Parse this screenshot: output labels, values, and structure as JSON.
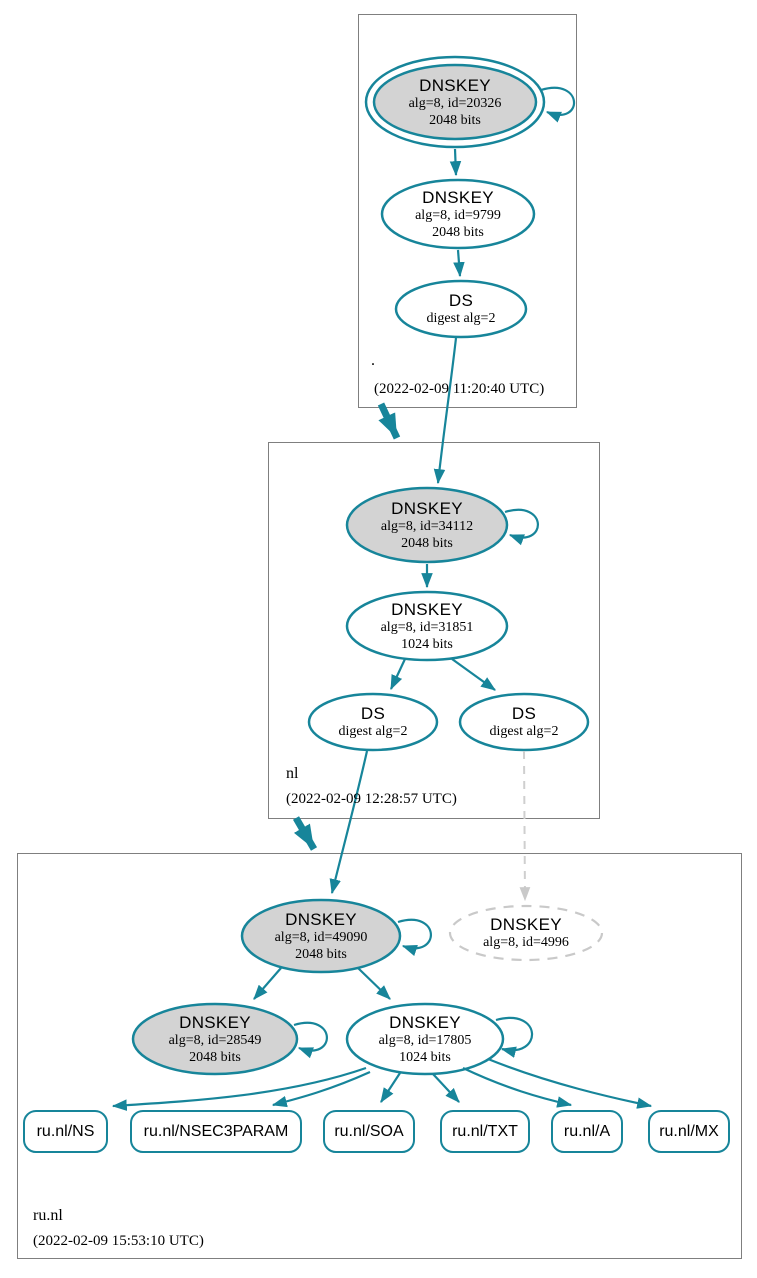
{
  "colors": {
    "accent_teal": "#17859a",
    "key_fill_gray": "#d3d3d3",
    "missing_gray": "#c9c9c9",
    "zone_border_gray": "#7f7f7f"
  },
  "zones": {
    "root": {
      "label": ".",
      "timestamp": "(2022-02-09 11:20:40 UTC)",
      "ksk": {
        "title": "DNSKEY",
        "attrs": "alg=8, id=20326",
        "bits": "2048 bits"
      },
      "zsk": {
        "title": "DNSKEY",
        "attrs": "alg=8, id=9799",
        "bits": "2048 bits"
      },
      "ds": {
        "title": "DS",
        "attrs": "digest alg=2"
      }
    },
    "nl": {
      "label": "nl",
      "timestamp": "(2022-02-09 12:28:57 UTC)",
      "ksk": {
        "title": "DNSKEY",
        "attrs": "alg=8, id=34112",
        "bits": "2048 bits"
      },
      "zsk": {
        "title": "DNSKEY",
        "attrs": "alg=8, id=31851",
        "bits": "1024 bits"
      },
      "ds1": {
        "title": "DS",
        "attrs": "digest alg=2"
      },
      "ds2": {
        "title": "DS",
        "attrs": "digest alg=2"
      }
    },
    "runl": {
      "label": "ru.nl",
      "timestamp": "(2022-02-09 15:53:10 UTC)",
      "ksk": {
        "title": "DNSKEY",
        "attrs": "alg=8, id=49090",
        "bits": "2048 bits"
      },
      "missing_key": {
        "title": "DNSKEY",
        "attrs": "alg=8, id=4996"
      },
      "key2": {
        "title": "DNSKEY",
        "attrs": "alg=8, id=28549",
        "bits": "2048 bits"
      },
      "zsk": {
        "title": "DNSKEY",
        "attrs": "alg=8, id=17805",
        "bits": "1024 bits"
      },
      "rrsets": [
        {
          "label": "ru.nl/NS"
        },
        {
          "label": "ru.nl/NSEC3PARAM"
        },
        {
          "label": "ru.nl/SOA"
        },
        {
          "label": "ru.nl/TXT"
        },
        {
          "label": "ru.nl/A"
        },
        {
          "label": "ru.nl/MX"
        }
      ]
    }
  }
}
